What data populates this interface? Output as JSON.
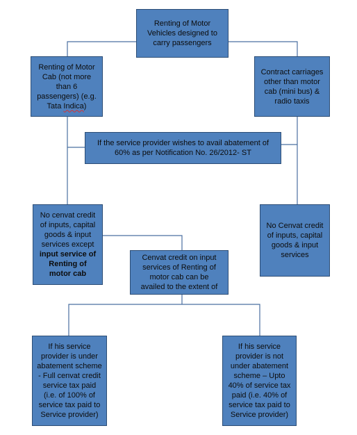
{
  "boxes": {
    "top": {
      "lines": [
        "Renting of Motor",
        "Vehicles designed to",
        "carry passengers"
      ]
    },
    "motor_cab": {
      "lines": [
        "Renting of Motor",
        "Cab (not more",
        "than 6",
        "passengers) (e.g."
      ],
      "last_line_prefix": "Tata ",
      "last_line_word": "Indica",
      "last_line_suffix": ")"
    },
    "contract": {
      "lines": [
        "Contract carriages",
        "other than motor",
        "cab (mini bus) &",
        "radio taxis"
      ]
    },
    "abatement": {
      "lines": [
        "If the service provider wishes to avail abatement of",
        "60% as per Notification No. 26/2012- ST"
      ]
    },
    "no_cenvat_left": {
      "lines": [
        "No cenvat credit",
        "of inputs, capital",
        "goods & input",
        "services except"
      ],
      "bold_lines": [
        "input service of",
        "Renting of",
        "motor cab"
      ]
    },
    "no_cenvat_right": {
      "lines": [
        "No Cenvat credit",
        "of inputs, capital",
        "goods & input",
        "services"
      ]
    },
    "cenvat_credit": {
      "lines": [
        "Cenvat credit on input",
        "services of Renting of",
        "motor cab can be",
        "availed to the extent of"
      ]
    },
    "under_abatement": {
      "lines": [
        "If his service",
        "provider is under",
        "abatement scheme",
        "- Full cenvat credit",
        "service tax paid",
        "(i.e. of 100% of",
        "service tax paid to",
        "Service provider)"
      ]
    },
    "not_under_abatement": {
      "lines": [
        "If his service",
        "provider is not",
        "under abatement",
        "scheme – Upto",
        "40% of service tax",
        "paid (i.e. 40% of",
        "service tax paid to",
        "Service provider)"
      ]
    }
  }
}
